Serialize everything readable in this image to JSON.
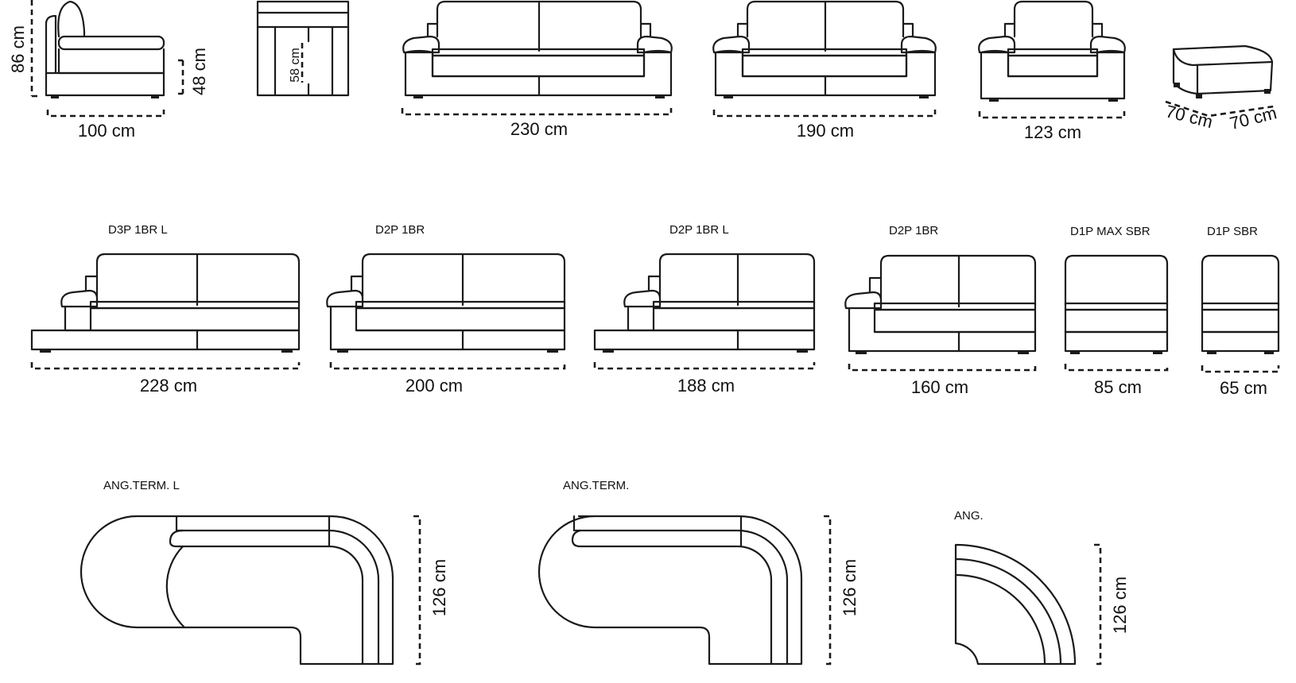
{
  "row1": {
    "side_height": "86 cm",
    "side_seat_height": "48 cm",
    "side_depth": "100 cm",
    "seat_depth": "58 cm",
    "sofa3_width": "230 cm",
    "sofa2_width": "190 cm",
    "armchair_width": "123 cm",
    "pouf_width_a": "70 cm",
    "pouf_width_b": "70 cm"
  },
  "row2": {
    "modules": [
      {
        "label": "D3P 1BR L",
        "width": "228 cm"
      },
      {
        "label": "D2P 1BR",
        "width": "200 cm"
      },
      {
        "label": "D2P 1BR L",
        "width": "188 cm"
      },
      {
        "label": "D2P 1BR",
        "width": "160 cm"
      },
      {
        "label": "D1P MAX SBR",
        "width": "85 cm"
      },
      {
        "label": "D1P SBR",
        "width": "65 cm"
      }
    ]
  },
  "row3": {
    "modules": [
      {
        "label": "ANG.TERM. L",
        "depth": "126 cm"
      },
      {
        "label": "ANG.TERM.",
        "depth": "126 cm"
      },
      {
        "label": "ANG.",
        "depth": "126 cm"
      }
    ]
  }
}
